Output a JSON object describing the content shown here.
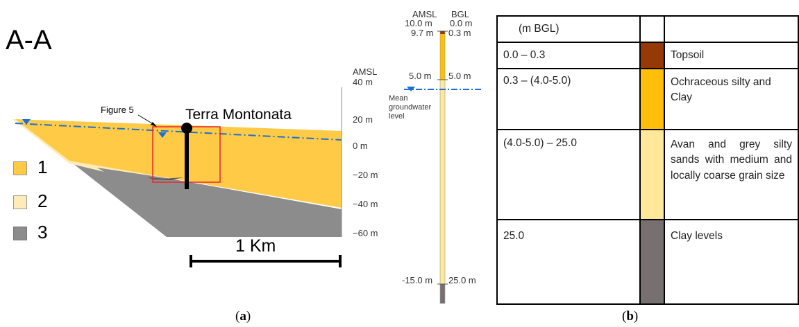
{
  "figure_a": {
    "section_label": "A-A",
    "figure_callout": "Figure 5",
    "site_label": "Terra Montonata",
    "elevation_axis_title": "AMSL",
    "elevation_ticks": [
      "40 m",
      "20 m",
      "0 m",
      "−20 m",
      "−40 m",
      "−60 m"
    ],
    "scale_bar_label": "1 Km",
    "legend": [
      {
        "label": "1",
        "color": "#FFCA46"
      },
      {
        "label": "2",
        "color": "#FDEBB8"
      },
      {
        "label": "3",
        "color": "#8C8C8C"
      }
    ],
    "caption_open": "(",
    "caption_letter": "a",
    "caption_close": ")"
  },
  "borehole": {
    "amsl_header": "AMSL",
    "bgl_header": "BGL",
    "depth_labels": [
      {
        "amsl": "10.0 m",
        "bgl": "0.0 m"
      },
      {
        "amsl": "9.7 m",
        "bgl": "0.3 m"
      },
      {
        "amsl": "5.0 m",
        "bgl": "5.0 m"
      },
      {
        "amsl": "-15.0 m",
        "bgl": "25.0 m"
      }
    ],
    "groundwater_label_lines": [
      "Mean",
      "groundwater",
      "level"
    ]
  },
  "figure_b": {
    "header_depth": "(m BGL)",
    "rows": [
      {
        "depth": "0.0 – 0.3",
        "description": "Topsoil",
        "color": "#953A07"
      },
      {
        "depth": "0.3 – (4.0-5.0)",
        "description": "Ochraceous silty and Clay",
        "color": "#FFBE0A"
      },
      {
        "depth": "(4.0-5.0) – 25.0",
        "description": "Avan and grey silty sands with medium and locally coarse grain size",
        "color": "#FFE89A"
      },
      {
        "depth": "25.0",
        "description": "Clay levels",
        "color": "#787070"
      }
    ],
    "caption_open": "(",
    "caption_letter": "b",
    "caption_close": ")"
  },
  "colors": {
    "water_table": "#1C6FD6",
    "callout_box": "#E8262A",
    "well": "#000000"
  }
}
